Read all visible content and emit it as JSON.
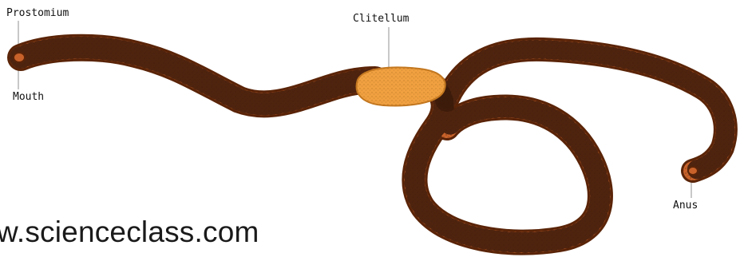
{
  "labels": {
    "prostomium": "Prostomium",
    "mouth": "Mouth",
    "clitellum": "Clitellum",
    "anus": "Anus"
  },
  "watermark": "w.scienceclass.com",
  "colors": {
    "body": "#c8622a",
    "body_dark": "#8a3a14",
    "segment_line": "#3a1a0a",
    "clitellum": "#f0a040",
    "clitellum_dark": "#c47820",
    "leader_line": "#c8c8c8"
  }
}
